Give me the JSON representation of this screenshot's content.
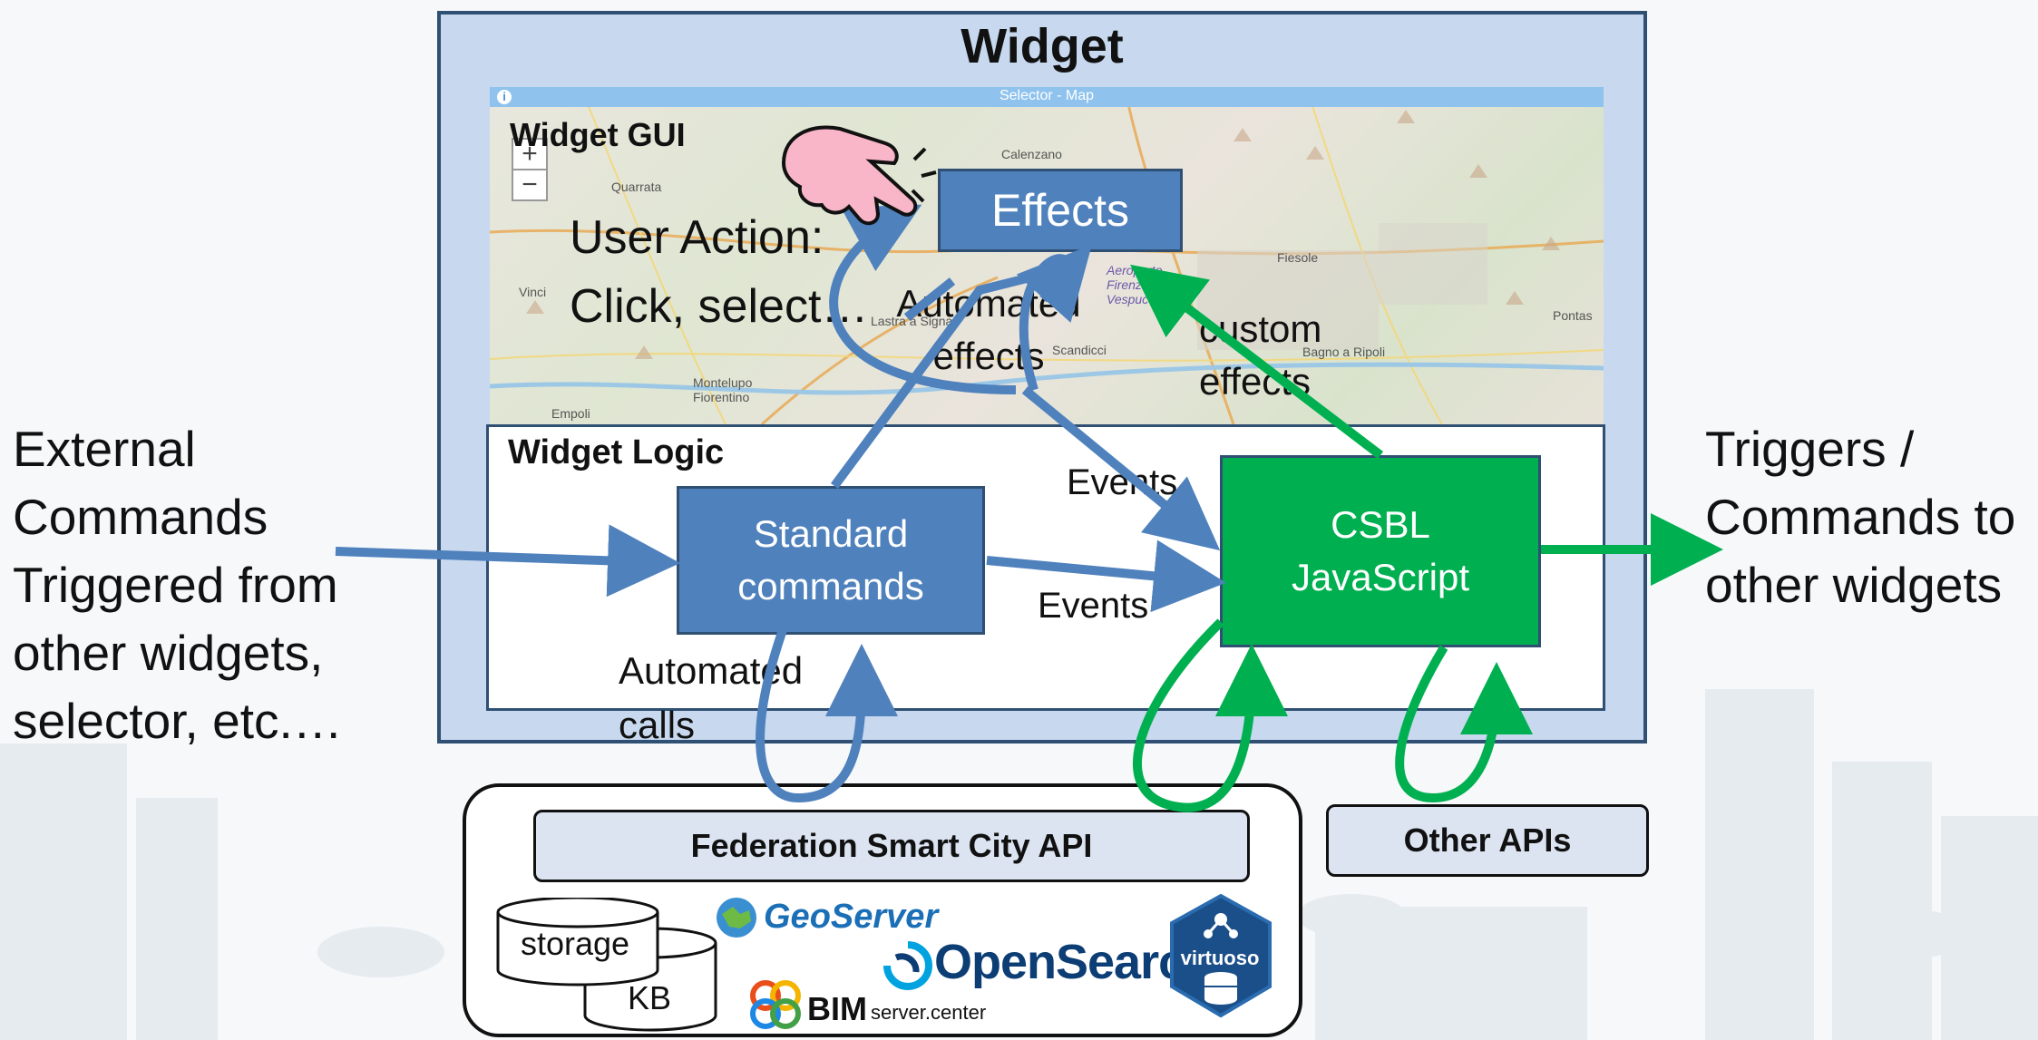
{
  "external": {
    "lines": [
      "External",
      "Commands",
      "Triggered from",
      "other widgets,",
      "selector, etc.…"
    ]
  },
  "triggers": {
    "lines": [
      "Triggers /",
      "Commands to",
      "other widgets"
    ]
  },
  "widget": {
    "title": "Widget",
    "gui": {
      "label": "Widget GUI",
      "map_title": "Selector - Map",
      "zoom_in": "+",
      "zoom_out": "−",
      "user_action": [
        "User Action:",
        "Click, select…"
      ],
      "effects": "Effects",
      "automated_effects": [
        "Automated",
        "effects"
      ],
      "custom_effects": [
        "custom",
        "effects"
      ],
      "map_places": [
        "Calenzano",
        "Quarrata",
        "Fiesole",
        "Vinci",
        "Pontas",
        "Bagno a Ripoli",
        "Montelupo Fiorentino",
        "Empoli",
        "Lastra a Signa",
        "Scandicci",
        "Aeroporto Firenze Vespucci"
      ]
    },
    "logic": {
      "label": "Widget Logic",
      "standard_commands": [
        "Standard",
        "commands"
      ],
      "csbl": [
        "CSBL",
        "JavaScript"
      ],
      "events_top": "Events",
      "events_bottom": "Events",
      "automated_calls": [
        "Automated",
        "calls"
      ]
    }
  },
  "apis": {
    "federation": "Federation Smart City API",
    "other": "Other APIs",
    "storage": "storage",
    "kb": "KB",
    "logos": {
      "geoserver": "GeoServer",
      "opensearch": "OpenSearch",
      "bim": "BIM",
      "bim_sub": "server.center",
      "virtuoso": "virtuoso"
    }
  },
  "colors": {
    "widget_bg": "#c7d8ef",
    "blue_box": "#4f81bd",
    "green_box": "#00b050",
    "blue_arrow": "#4f81bd",
    "green_arrow": "#00b050",
    "api_box": "#dce4f1",
    "border_dark": "#2f4f73"
  },
  "icons": [
    "pointing-hand-icon",
    "geoserver-logo",
    "opensearch-logo",
    "bimserver-logo",
    "virtuoso-logo",
    "storage-cylinder-icon",
    "kb-cylinder-icon"
  ]
}
